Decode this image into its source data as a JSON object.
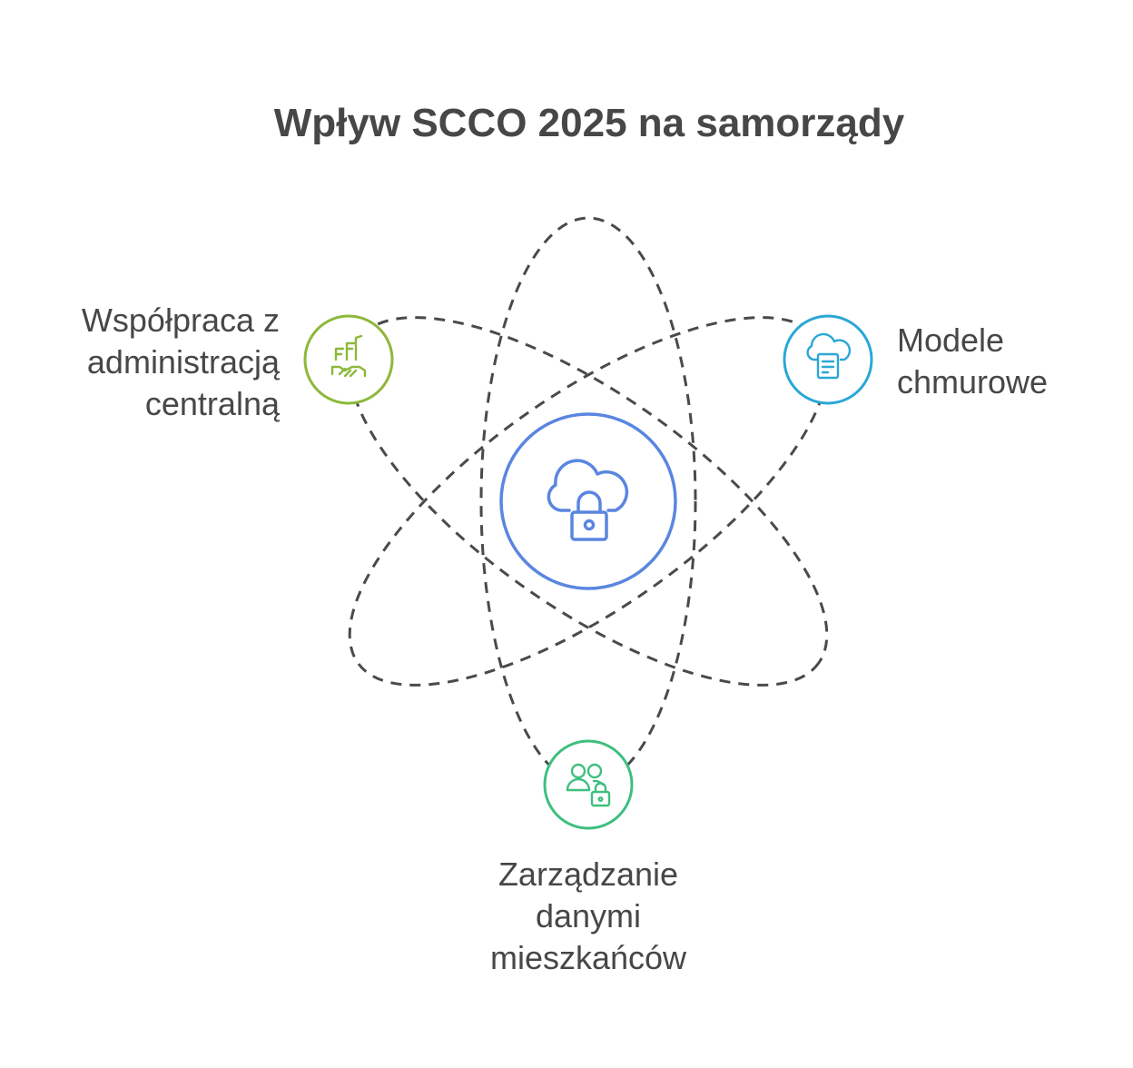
{
  "title": "Wpływ SCCO 2025 na samorządy",
  "center": {
    "icon": "cloud-lock-icon",
    "color": "#5a86e0"
  },
  "nodes": [
    {
      "id": "left",
      "icon": "handshake-buildings-icon",
      "color": "#8db83a",
      "lines": [
        "Współpraca z",
        "administracją",
        "centralną"
      ]
    },
    {
      "id": "right",
      "icon": "cloud-server-icon",
      "color": "#2ba7d6",
      "lines": [
        "Modele",
        "chmurowe"
      ]
    },
    {
      "id": "bottom",
      "icon": "users-lock-icon",
      "color": "#3fbf7f",
      "lines": [
        "Zarządzanie",
        "danymi",
        "mieszkańców"
      ]
    }
  ],
  "orbit_color": "#4a4a4a"
}
